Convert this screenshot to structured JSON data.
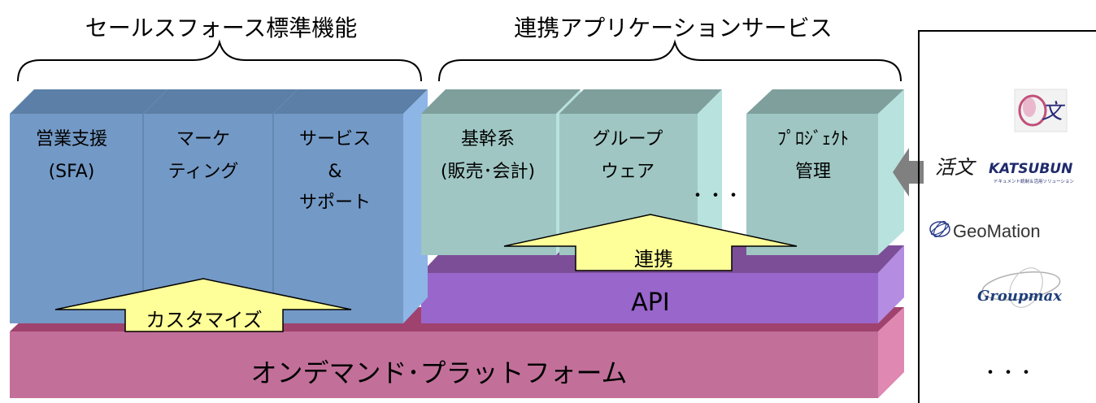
{
  "headers": {
    "left": "セールスフォース標準機能",
    "right": "連携アプリケーションサービス"
  },
  "standard_blocks": [
    {
      "line1": "営業支援",
      "line2": "(SFA)",
      "line3": ""
    },
    {
      "line1": "マーケ",
      "line2": "ティング",
      "line3": ""
    },
    {
      "line1": "サービス",
      "line2": "&",
      "line3": "サポート"
    }
  ],
  "app_blocks": [
    {
      "line1": "基幹系",
      "line2": "(販売･会計)"
    },
    {
      "line1": "グループ",
      "line2": "ウェア"
    },
    {
      "line1": "ﾌﾟﾛｼﾞｪｸﾄ",
      "line2": "管理"
    }
  ],
  "ellipsis": "・・・",
  "arrows": {
    "customize": "カスタマイズ",
    "integration": "連携"
  },
  "api_label": "API",
  "platform_label": "オンデマンド･プラットフォーム",
  "partners": {
    "logos": [
      "活文",
      "KATSUBUN",
      "ドキュメント統制＆活用ソリューション",
      "GeoMation",
      "Groupmax"
    ],
    "more": "・・・"
  },
  "colors": {
    "blue_front": "#7399C6",
    "teal_front": "#9FC6C3",
    "purple_front": "#9966CC",
    "magenta_front": "#C2709A",
    "arrow_fill": "#FFFF99"
  }
}
